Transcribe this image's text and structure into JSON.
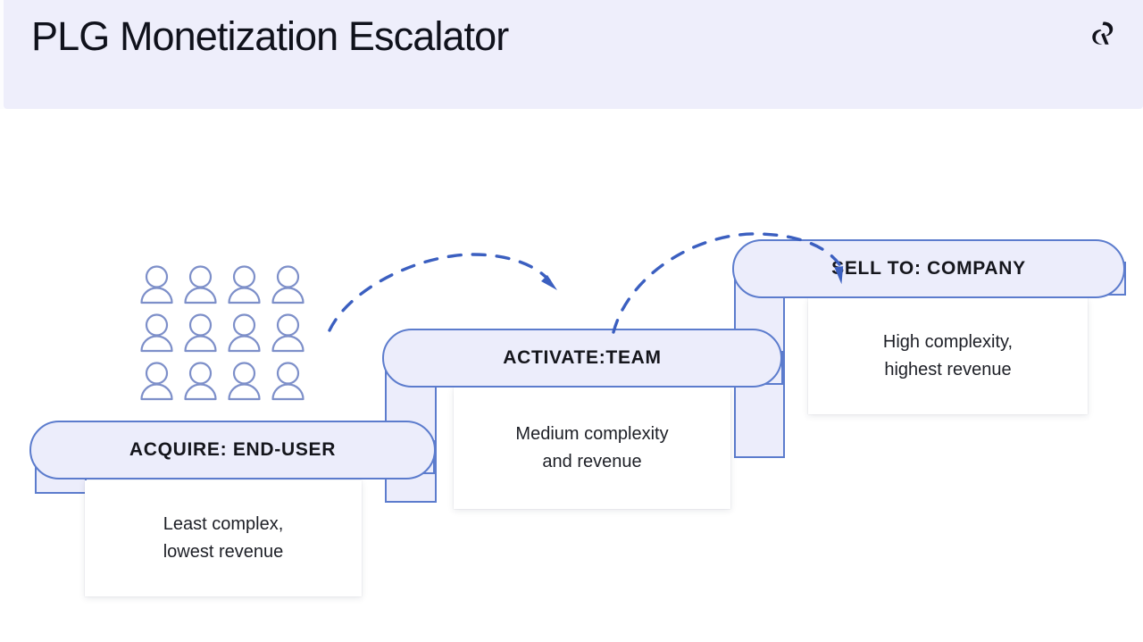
{
  "header": {
    "title": "PLG Monetization Escalator",
    "band_color": "#eeeefb",
    "title_color": "#10121c",
    "logo_name": "brand-logo-mark"
  },
  "theme": {
    "accent_border": "#5c7ccd",
    "accent_fill": "#ecedfb",
    "arrow_color": "#3b5fc0",
    "person_icon_color": "#7d8fc9",
    "card_bg": "#ffffff",
    "canvas_bg": "#ffffff"
  },
  "diagram": {
    "type": "escalator-steps",
    "people_cluster": {
      "icon_name": "person-icon",
      "columns": 4,
      "rows": 3,
      "count": 12
    },
    "steps": [
      {
        "id": "step-1",
        "pill_label": "ACQUIRE: END-USER",
        "description": "Least complex,\nlowest revenue",
        "level": 1
      },
      {
        "id": "step-2",
        "pill_label": "ACTIVATE:TEAM",
        "description": "Medium complexity\nand revenue",
        "level": 2
      },
      {
        "id": "step-3",
        "pill_label": "SELL TO: COMPANY",
        "description": "High complexity,\nhighest revenue",
        "level": 3
      }
    ],
    "arrows": [
      {
        "id": "arrow-1",
        "from": "step-1",
        "to": "step-2",
        "style": "dashed-curve"
      },
      {
        "id": "arrow-2",
        "from": "step-2",
        "to": "step-3",
        "style": "dashed-curve"
      }
    ]
  }
}
